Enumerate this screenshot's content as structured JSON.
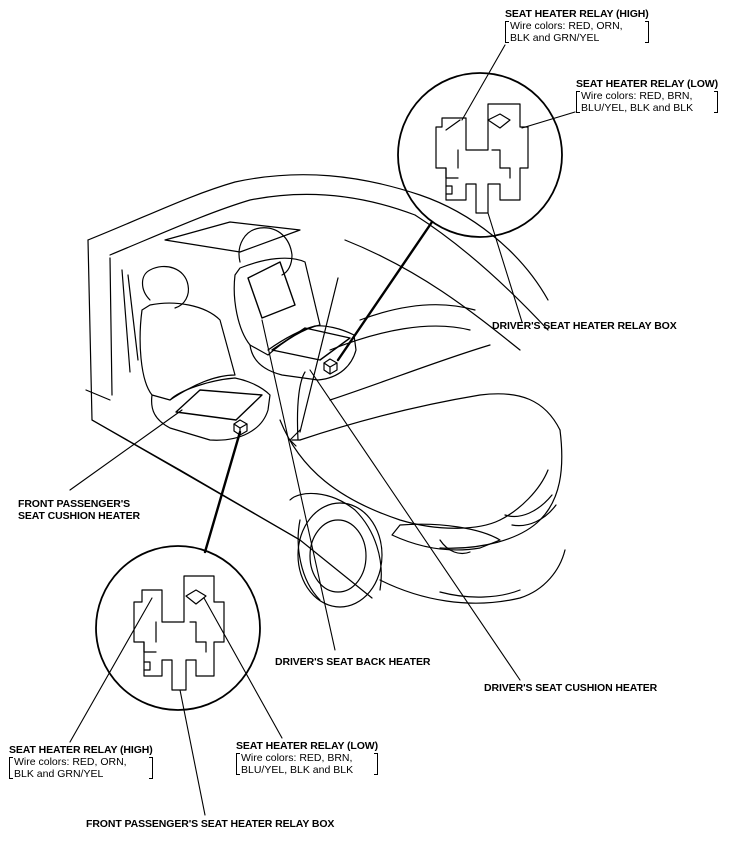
{
  "labels": {
    "relay_high_top": {
      "title": "SEAT HEATER RELAY (HIGH)",
      "line1": "Wire colors: RED, ORN,",
      "line2": "BLK and GRN/YEL"
    },
    "relay_low_top": {
      "title": "SEAT HEATER RELAY (LOW)",
      "line1": "Wire colors: RED, BRN,",
      "line2": "BLU/YEL, BLK and BLK"
    },
    "driver_relay_box": "DRIVER'S SEAT HEATER RELAY BOX",
    "front_passenger_cushion": {
      "line1": "FRONT PASSENGER'S",
      "line2": "SEAT CUSHION HEATER"
    },
    "driver_back_heater": "DRIVER'S SEAT BACK HEATER",
    "driver_cushion_heater": "DRIVER'S SEAT CUSHION HEATER",
    "relay_high_bottom": {
      "title": "SEAT HEATER RELAY (HIGH)",
      "line1": "Wire colors: RED, ORN,",
      "line2": "BLK and GRN/YEL"
    },
    "relay_low_bottom": {
      "title": "SEAT HEATER RELAY (LOW)",
      "line1": "Wire colors: RED, BRN,",
      "line2": "BLU/YEL, BLK and BLK"
    },
    "passenger_relay_box": "FRONT PASSENGER'S SEAT HEATER RELAY BOX"
  }
}
